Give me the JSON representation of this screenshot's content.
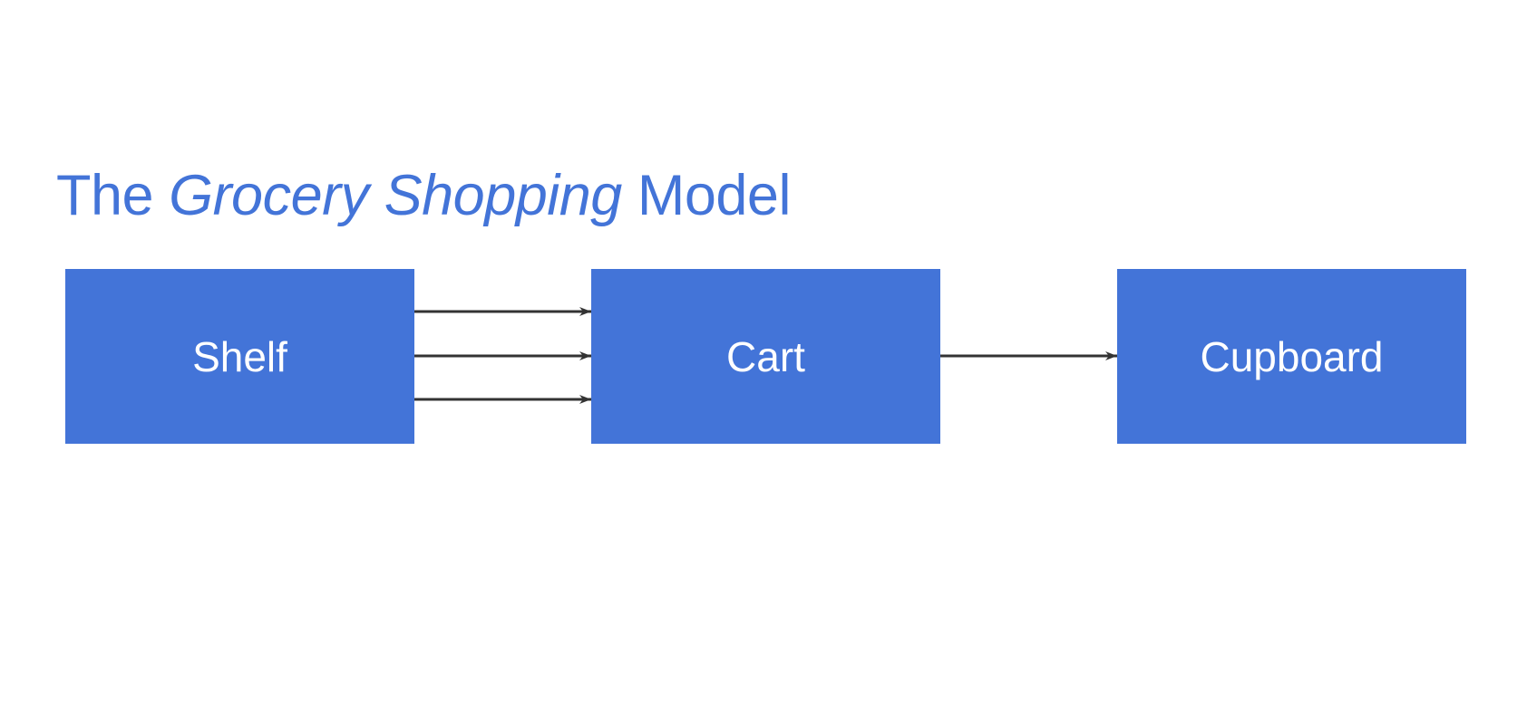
{
  "title": {
    "prefix": "The ",
    "emphasis": "Grocery Shopping",
    "suffix": " Model"
  },
  "nodes": {
    "shelf": "Shelf",
    "cart": "Cart",
    "cupboard": "Cupboard"
  },
  "colors": {
    "accent": "#4374d8",
    "arrow": "#333333",
    "node_text": "#ffffff"
  }
}
